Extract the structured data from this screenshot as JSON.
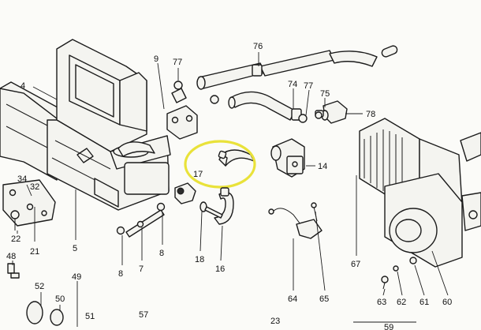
{
  "diagram": {
    "highlight_color": "#e9e23a",
    "line_color": "#1b1b1b",
    "background": "#fbfbf8",
    "callouts": {
      "c4": "4",
      "c9": "9",
      "c77a": "77",
      "c76": "76",
      "c74": "74",
      "c77b": "77",
      "c75": "75",
      "c78": "78",
      "c17": "17",
      "c14": "14",
      "c34": "34",
      "c32": "32",
      "c22": "22",
      "c21": "21",
      "c48": "48",
      "c5": "5",
      "c8a": "8",
      "c7": "7",
      "c8b": "8",
      "c18": "18",
      "c16": "16",
      "c67": "67",
      "c64": "64",
      "c65": "65",
      "c63": "63",
      "c62": "62",
      "c61": "61",
      "c60": "60",
      "c52": "52",
      "c49": "49",
      "c50": "50",
      "c51": "51",
      "c57": "57",
      "c23": "23",
      "c59": "59"
    }
  }
}
